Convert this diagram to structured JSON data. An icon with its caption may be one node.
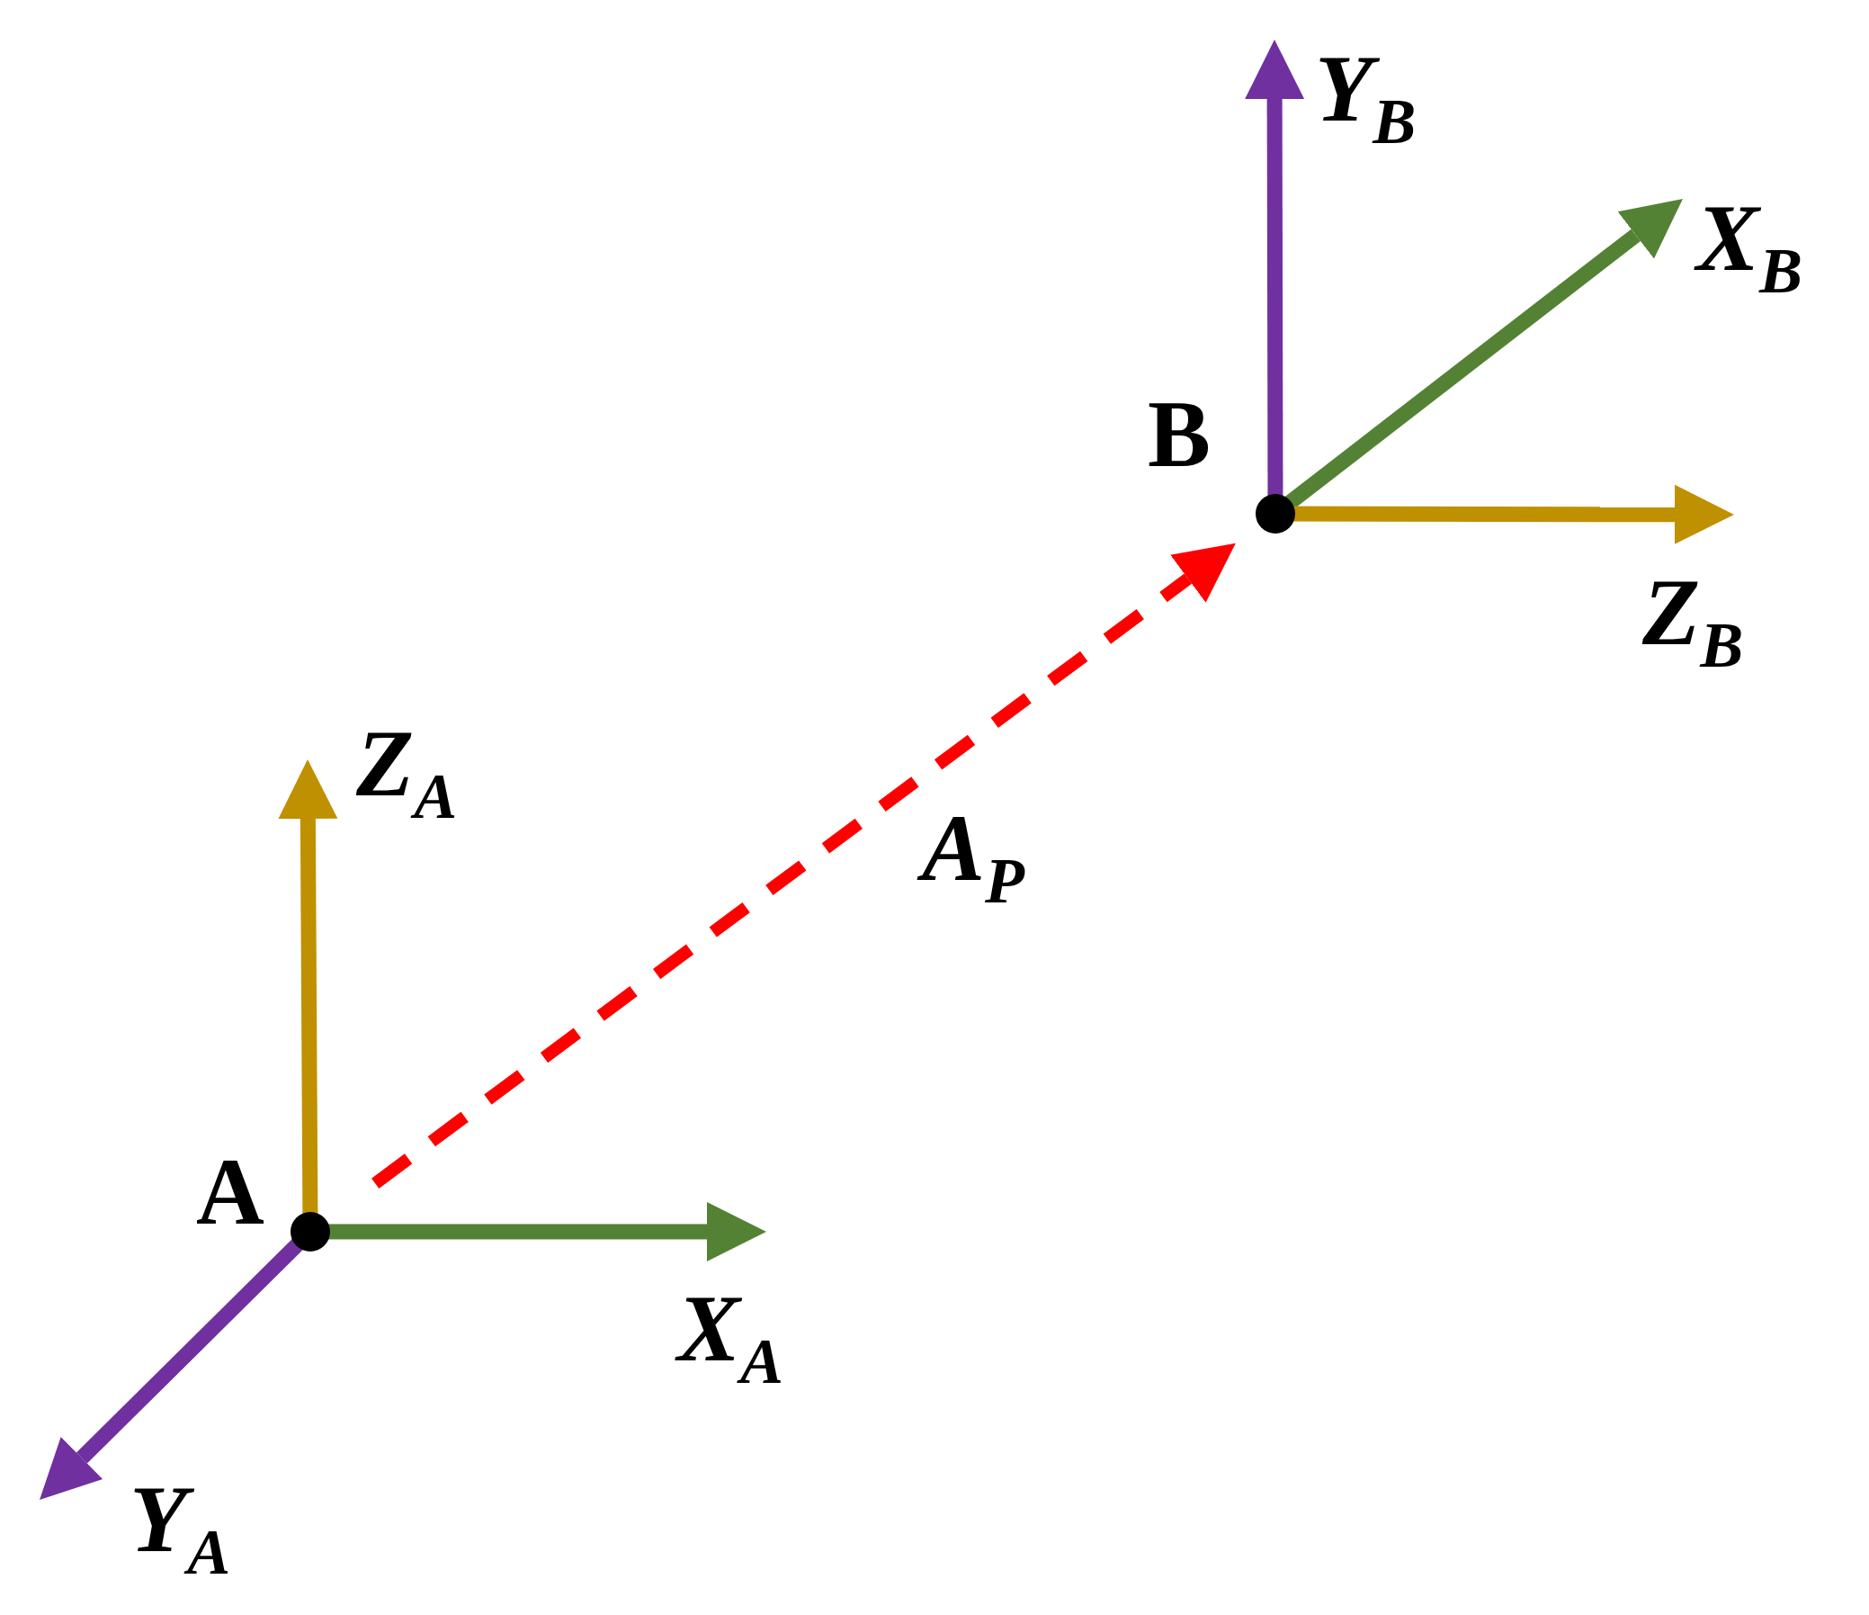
{
  "diagram": {
    "nodes": [
      {
        "text": [
          "A"
        ]
      },
      {
        "text": [
          "B"
        ]
      }
    ],
    "edges": [
      {
        "from": 0,
        "to": 1,
        "arrow": "to",
        "label": "A$_{P}$",
        "style": "dashed",
        "color": "#ff0000"
      }
    ],
    "labels": [
      "Y$_{B}$",
      "X$_{B}$",
      "Z$_{B}$",
      "Z$_{A}$",
      "X$_{A}$",
      "Y$_{A}$"
    ]
  }
}
